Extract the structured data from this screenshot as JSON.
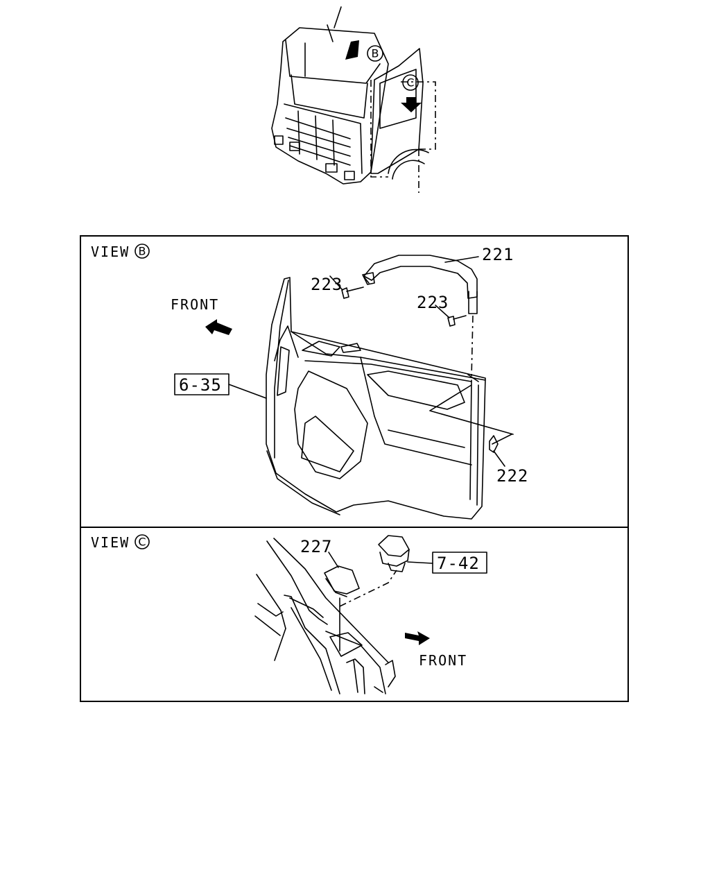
{
  "truck_overview": {
    "view_b_marker": "B",
    "view_c_marker": "C"
  },
  "view_b": {
    "title": "VIEW",
    "marker": "B",
    "front_label": "FRONT",
    "callouts": {
      "p221": "221",
      "p222": "222",
      "p223_a": "223",
      "p223_b": "223"
    },
    "reference_box": "6-35"
  },
  "view_c": {
    "title": "VIEW",
    "marker": "C",
    "front_label": "FRONT",
    "callouts": {
      "p227": "227"
    },
    "reference_box": "7-42"
  }
}
